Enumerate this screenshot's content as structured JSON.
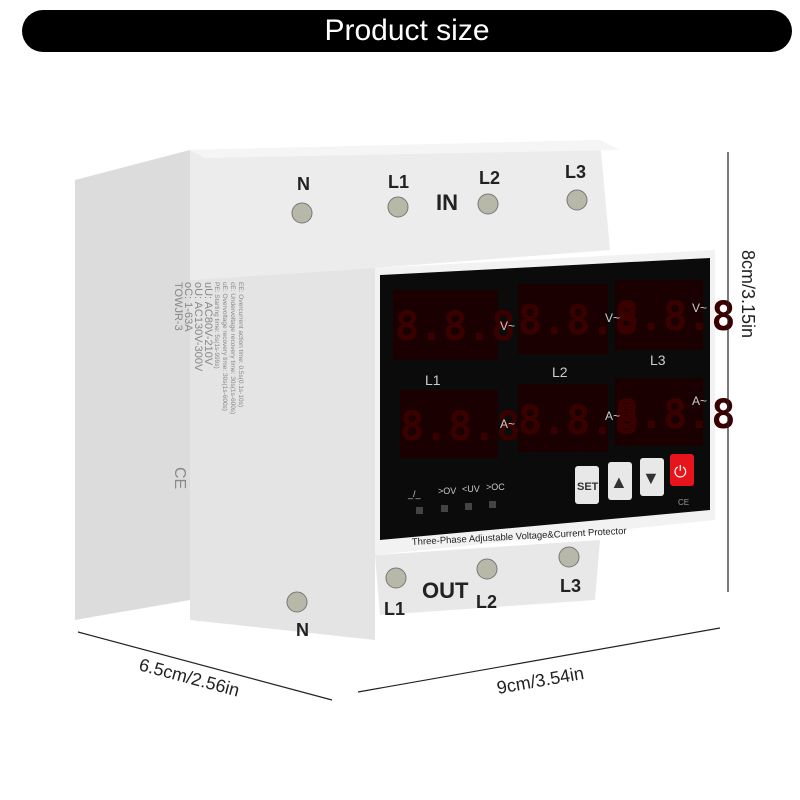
{
  "banner": {
    "title": "Product size"
  },
  "terminals_in": {
    "n": "N",
    "l1": "L1",
    "label": "IN",
    "l2": "L2",
    "l3": "L3"
  },
  "terminals_out": {
    "n": "N",
    "l1": "L1",
    "label": "OUT",
    "l2": "L2",
    "l3": "L3"
  },
  "panel": {
    "display_digits": "8.8.8",
    "volt_unit": "V~",
    "amp_unit": "A~",
    "phase_labels": [
      "L1",
      "L2",
      "L3"
    ],
    "indicators": [
      "_/_",
      ">OV",
      "<UV",
      ">OC"
    ],
    "buttons": {
      "set": "SET",
      "up": "▲",
      "down": "▼",
      "power": "⏻"
    },
    "ce": "CE",
    "product_name": "Three-Phase Adjustable Voltage&Current Protector",
    "power_color": "#e8141b"
  },
  "side_label": {
    "lines": [
      "TOWJR-3",
      "oC: 1-63A",
      "oU: AC130V-300V",
      "uU: AC80V-210V"
    ],
    "small_lines": [
      "PE: Starting time: 5s(1s-999s)",
      "uE: Overvoltage recovery time: 30s(1s-600s)",
      "cE: Undervoltage recovery time: 30s(1s-600s)",
      "EE: Overcurrent action time: 0.5s(0.1s-10s)"
    ],
    "ce": "CE"
  },
  "dimensions": {
    "height": "8cm/3.15in",
    "depth": "6.5cm/2.56in",
    "width": "9cm/3.54in"
  }
}
